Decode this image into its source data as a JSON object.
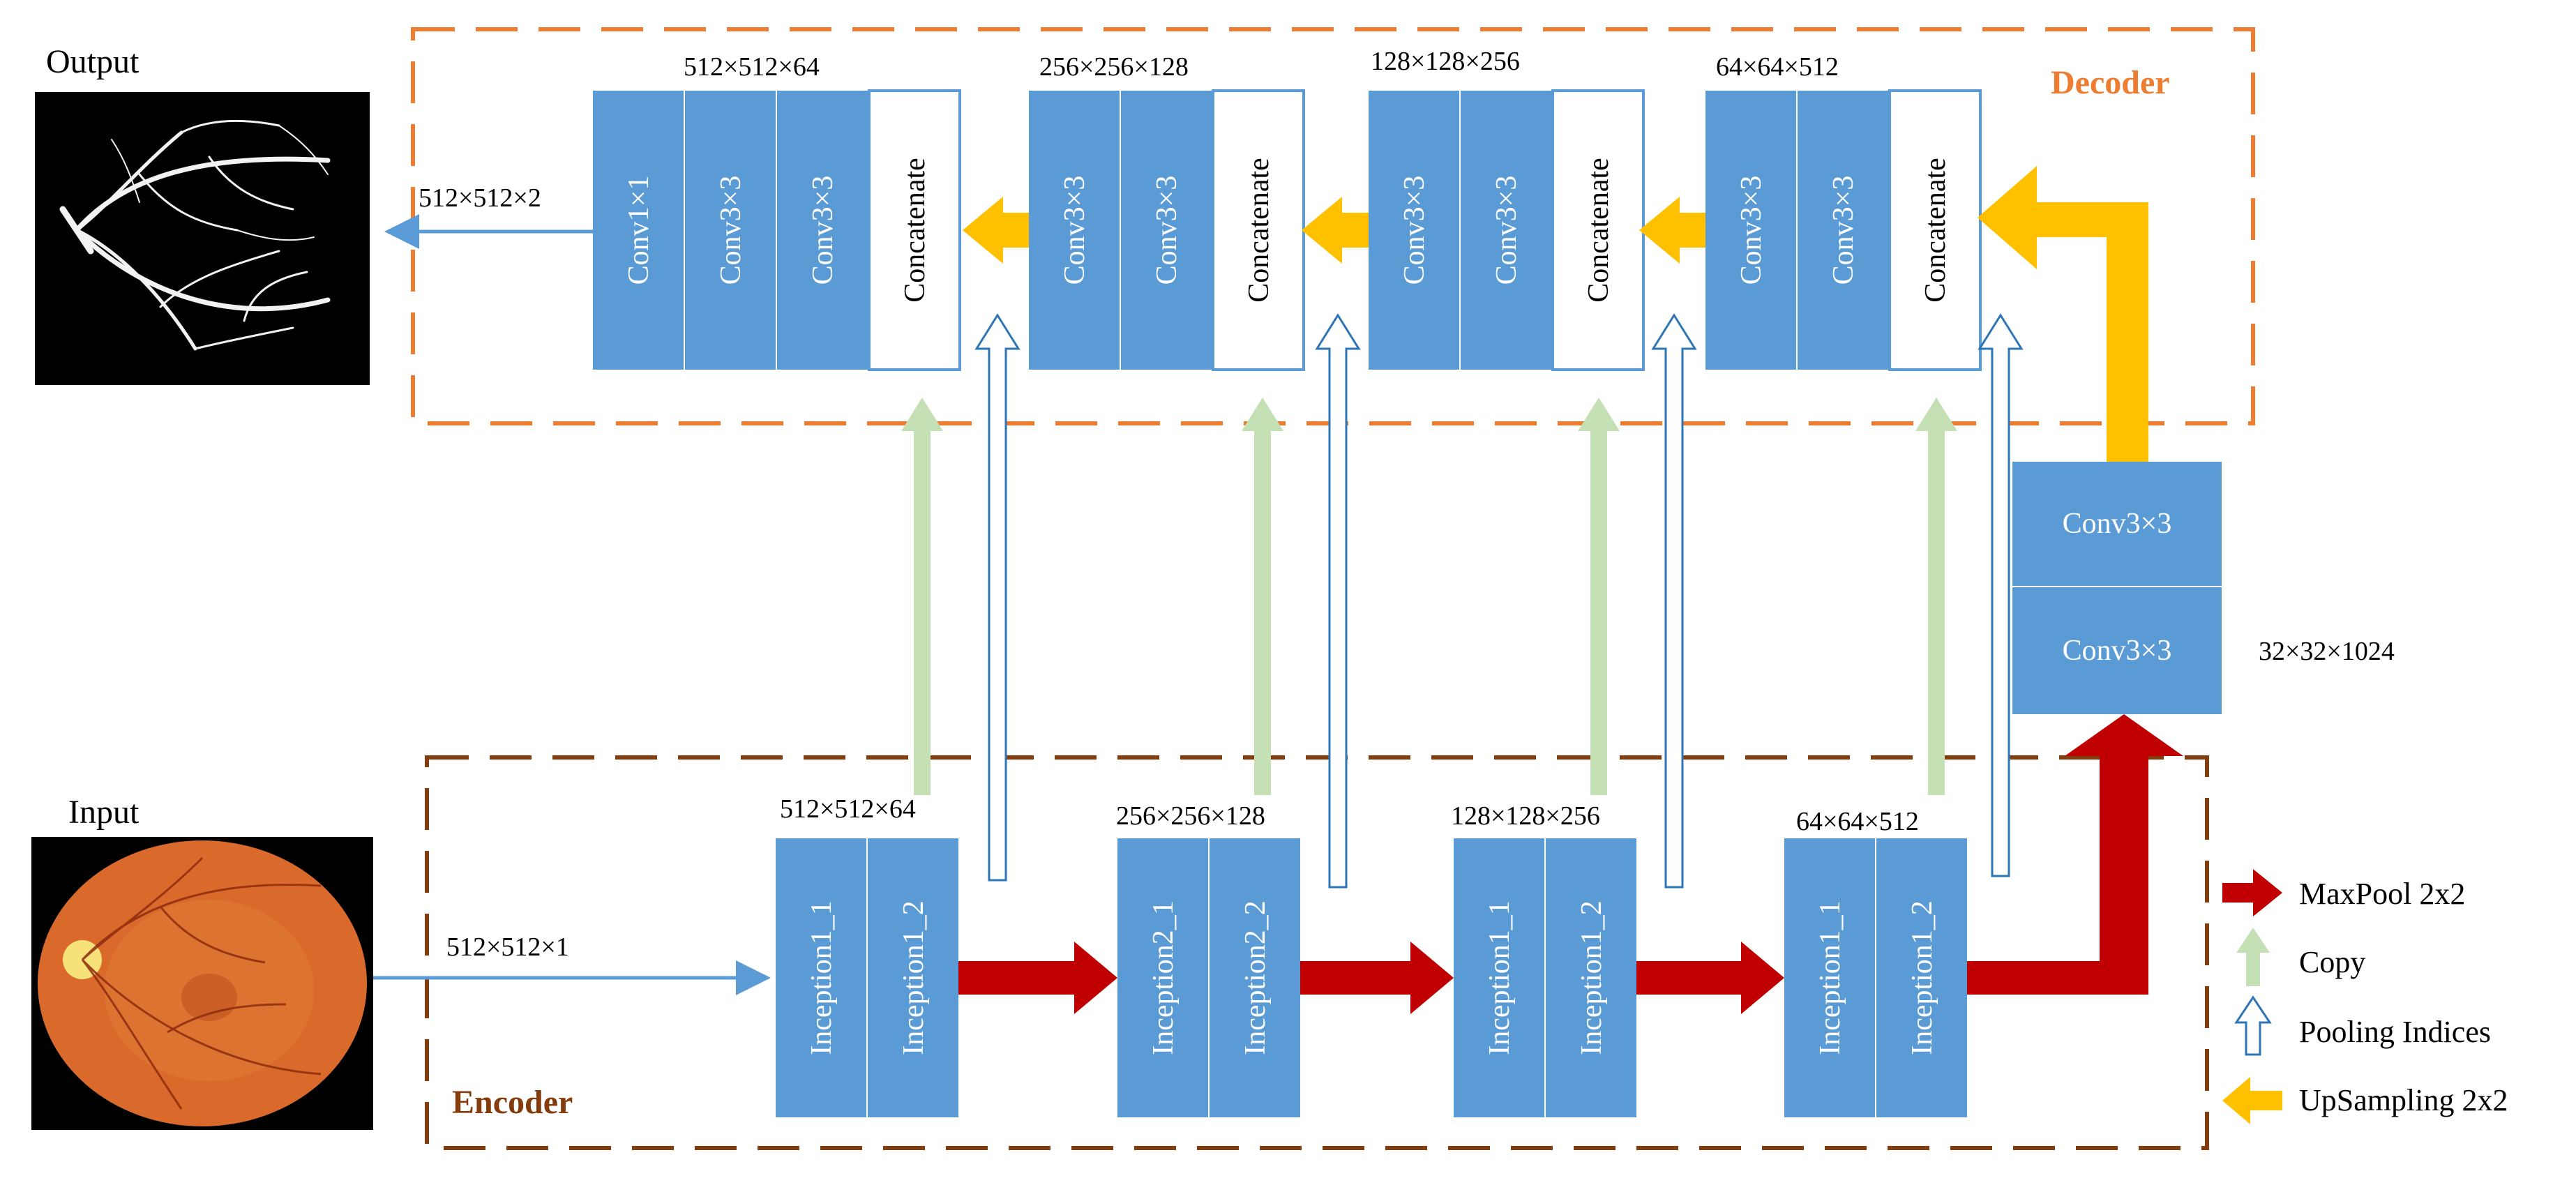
{
  "output_label": "Output",
  "input_label": "Input",
  "output_dim": "512×512×2",
  "input_dim": "512×512×1",
  "decoder": {
    "title": "Decoder",
    "color": "#ED7D31",
    "blocks": [
      {
        "dim": "512×512×64",
        "layers": [
          "Conv1×1",
          "Conv3×3",
          "Conv3×3"
        ],
        "concat": "Concatenate"
      },
      {
        "dim": "256×256×128",
        "layers": [
          "Conv3×3",
          "Conv3×3"
        ],
        "concat": "Concatenate"
      },
      {
        "dim": "128×128×256",
        "layers": [
          "Conv3×3",
          "Conv3×3"
        ],
        "concat": "Concatenate"
      },
      {
        "dim": "64×64×512",
        "layers": [
          "Conv3×3",
          "Conv3×3"
        ],
        "concat": "Concatenate"
      }
    ]
  },
  "encoder": {
    "title": "Encoder",
    "color": "#843C0C",
    "blocks": [
      {
        "dim": "512×512×64",
        "layers": [
          "Inception1_1",
          "Inception1_2"
        ]
      },
      {
        "dim": "256×256×128",
        "layers": [
          "Inception2_1",
          "Inception2_2"
        ]
      },
      {
        "dim": "128×128×256",
        "layers": [
          "Inception1_1",
          "Inception1_2"
        ]
      },
      {
        "dim": "64×64×512",
        "layers": [
          "Inception1_1",
          "Inception1_2"
        ]
      }
    ]
  },
  "bottleneck": {
    "layers": [
      "Conv3×3",
      "Conv3×3"
    ],
    "dim": "32×32×1024"
  },
  "legend": [
    {
      "label": "MaxPool 2x2",
      "icon": "maxpool-arrow-icon"
    },
    {
      "label": "Copy",
      "icon": "copy-arrow-icon"
    },
    {
      "label": "Pooling Indices",
      "icon": "pooling-indices-arrow-icon"
    },
    {
      "label": "UpSampling 2x2",
      "icon": "upsampling-arrow-icon"
    }
  ],
  "colors": {
    "block_blue": "#5B9BD5",
    "maxpool_red": "#C00000",
    "copy_green": "#C5E0B4",
    "indices_blue": "#2E75B6",
    "upsample_yellow": "#FFC000",
    "line_blue": "#5B9BD5"
  }
}
